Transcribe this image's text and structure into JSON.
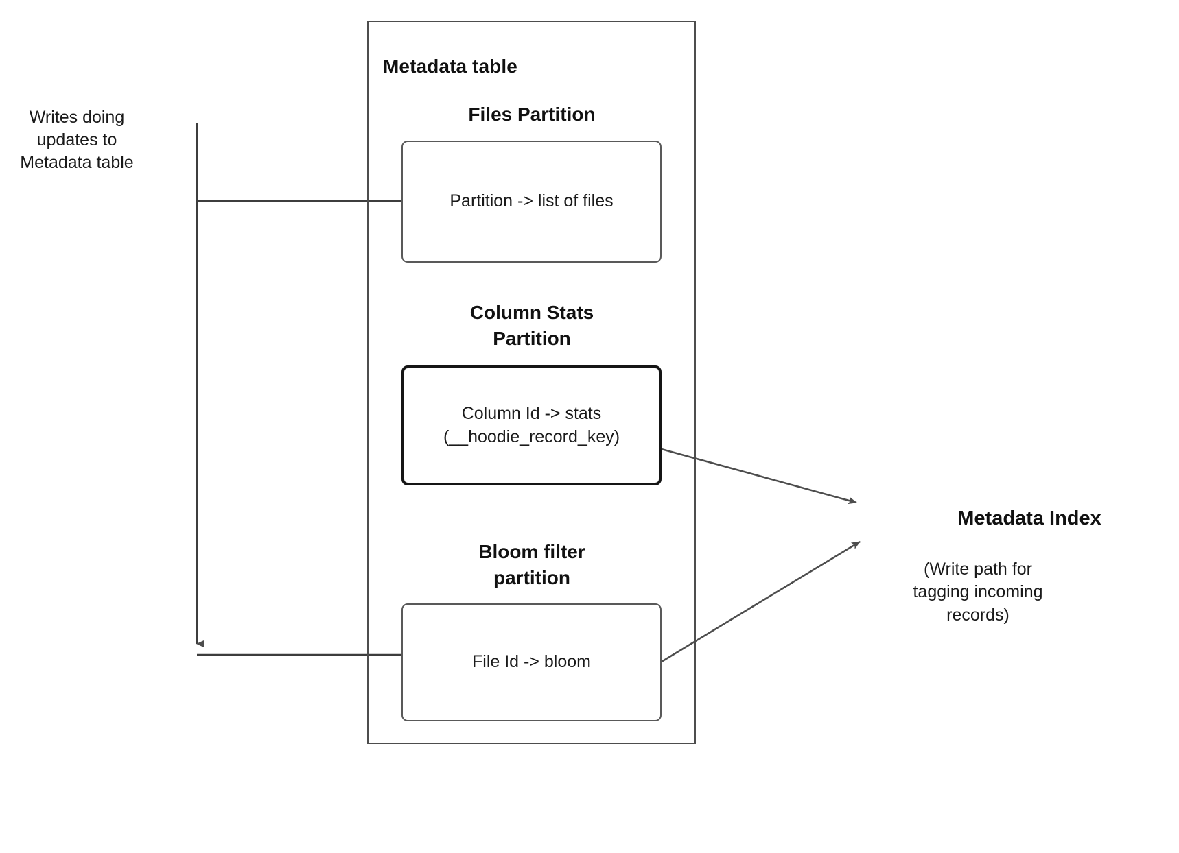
{
  "diagram": {
    "title_left_caption": "Writes doing\nupdates to\nMetadata table",
    "writes_label_lines": [
      "Writes doing",
      "updates to",
      "Metadata table"
    ],
    "container": {
      "label": "Metadata table",
      "sections": [
        {
          "heading": "Files Partition",
          "heading_lines": [
            "Files Partition"
          ],
          "box_text": "Partition -> list of files",
          "box_text_lines": [
            "Partition -> list of files"
          ],
          "emphasis": false
        },
        {
          "heading": "Column Stats Partition",
          "heading_lines": [
            "Column Stats",
            "Partition"
          ],
          "box_text": "Column Id  -> stats (__hoodie_record_key)",
          "box_text_lines": [
            "Column Id  -> stats",
            "(__hoodie_record_key)"
          ],
          "emphasis": true
        },
        {
          "heading": "Bloom filter partition",
          "heading_lines": [
            "Bloom filter",
            "partition"
          ],
          "box_text": "File Id -> bloom",
          "box_text_lines": [
            "File Id -> bloom"
          ],
          "emphasis": false
        }
      ]
    },
    "right_label": {
      "title": "Metadata Index",
      "note": "(Write path for\ntagging incoming\nrecords)",
      "note_lines": [
        "(Write path for",
        "tagging incoming",
        "records)"
      ]
    },
    "colors": {
      "stroke": "#4d4d4d",
      "stroke_light": "#595959",
      "stroke_emphasis": "#151515",
      "text": "#1a1a1a",
      "background": "#ffffff"
    }
  }
}
